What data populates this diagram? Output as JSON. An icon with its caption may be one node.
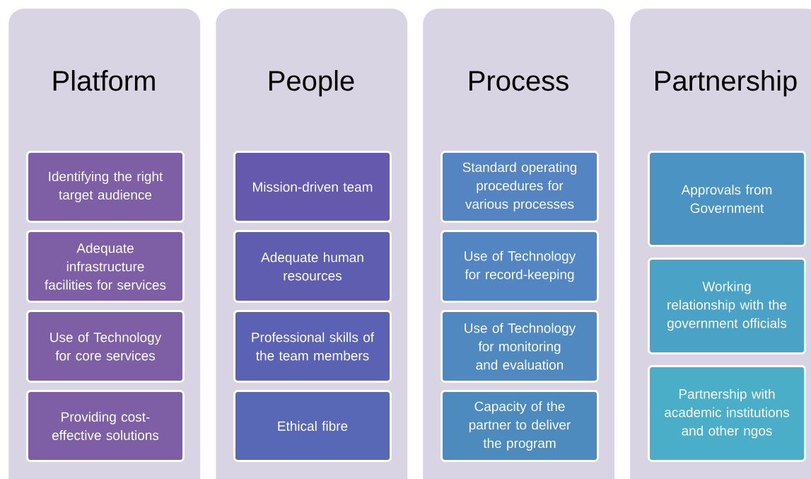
{
  "diagram": {
    "nodes": [
      {
        "text": [
          "Platform"
        ]
      },
      {
        "text": [
          "Identifying the right target audience"
        ],
        "in": 0
      },
      {
        "text": [
          "Adequate infrastructure facilities for services"
        ],
        "in": 0
      },
      {
        "text": [
          "Use of Technology for core services"
        ],
        "in": 0
      },
      {
        "text": [
          "Providing cost-effective solutions"
        ],
        "in": 0
      },
      {
        "text": [
          "People"
        ]
      },
      {
        "text": [
          "Mission-driven team"
        ],
        "in": 5
      },
      {
        "text": [
          "Adequate human resources"
        ],
        "in": 5
      },
      {
        "text": [
          "Professional skills of the team members"
        ],
        "in": 5
      },
      {
        "text": [
          "Ethical fibre"
        ],
        "in": 5
      },
      {
        "text": [
          "Process"
        ]
      },
      {
        "text": [
          "Standard operating procedures for various processes"
        ],
        "in": 10
      },
      {
        "text": [
          "Use of Technology for record-keeping"
        ],
        "in": 10
      },
      {
        "text": [
          "Use of Technology for monitoring and evaluation"
        ],
        "in": 10
      },
      {
        "text": [
          "Capacity of the partner to deliver the program"
        ],
        "in": 10
      },
      {
        "text": [
          "Partnership"
        ]
      },
      {
        "text": [
          "Approvals from Government"
        ],
        "in": 15
      },
      {
        "text": [
          "Working relationship with the government officials"
        ],
        "in": 15
      },
      {
        "text": [
          "Partnership with academic institutions and other ngos"
        ],
        "in": 15
      }
    ]
  }
}
